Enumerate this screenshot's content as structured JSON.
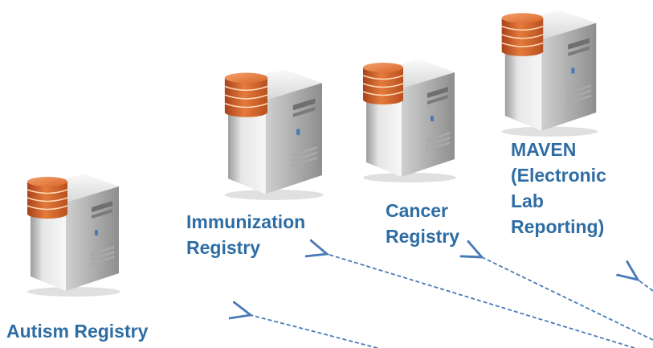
{
  "registries": [
    {
      "id": "autism",
      "label": "Autism Registry"
    },
    {
      "id": "immunization",
      "label": "Immunization\nRegistry"
    },
    {
      "id": "cancer",
      "label": "Cancer\nRegistry"
    },
    {
      "id": "maven",
      "label": "MAVEN\n(Electronic\nLab\nReporting)"
    }
  ],
  "colors": {
    "label": "#2e6da4",
    "arrow": "#4a7bb7",
    "database": "#d9652a",
    "server_body": "#e6e6e6"
  },
  "icons": [
    "server-icon",
    "database-icon",
    "dashed-arrow"
  ]
}
